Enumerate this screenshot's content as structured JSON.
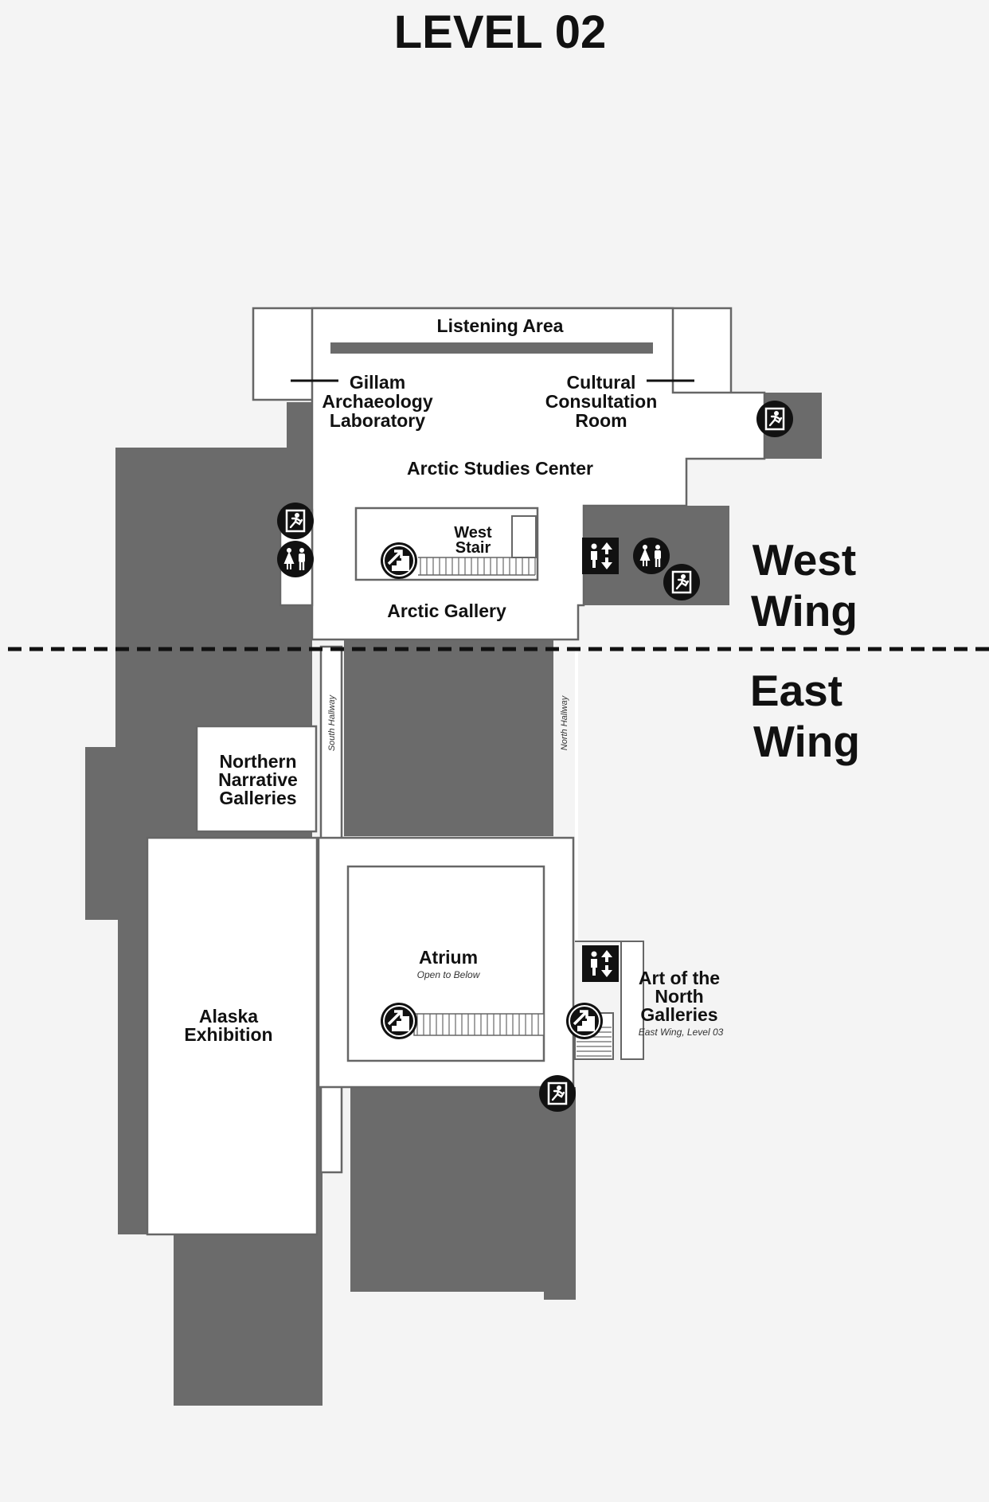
{
  "title": "LEVEL 02",
  "wings": {
    "west": [
      "West",
      "Wing"
    ],
    "east": [
      "East",
      "Wing"
    ]
  },
  "rooms": {
    "listening_area": "Listening Area",
    "gillam_lab": [
      "Gillam",
      "Archaeology",
      "Laboratory"
    ],
    "cultural_consultation": [
      "Cultural",
      "Consultation",
      "Room"
    ],
    "arctic_studies": "Arctic Studies Center",
    "west_stair": [
      "West",
      "Stair"
    ],
    "arctic_gallery": "Arctic Gallery",
    "northern_narrative": [
      "Northern",
      "Narrative",
      "Galleries"
    ],
    "alaska_exhibition": [
      "Alaska",
      "Exhibition"
    ],
    "atrium": "Atrium",
    "atrium_note": "Open to Below",
    "art_north": [
      "Art of the",
      "North",
      "Galleries"
    ],
    "art_north_note": "East Wing, Level 03"
  },
  "hallways": {
    "south": "South Hallway",
    "north": "North Hallway"
  },
  "colors": {
    "background": "#f4f4f4",
    "blocked": "#6b6b6b",
    "walkable": "#ffffff",
    "ink": "#111111"
  },
  "icons": {
    "exit": "emergency-exit-icon",
    "restroom": "restroom-icon",
    "elevator": "elevator-icon",
    "stairs": "stairs-icon"
  }
}
